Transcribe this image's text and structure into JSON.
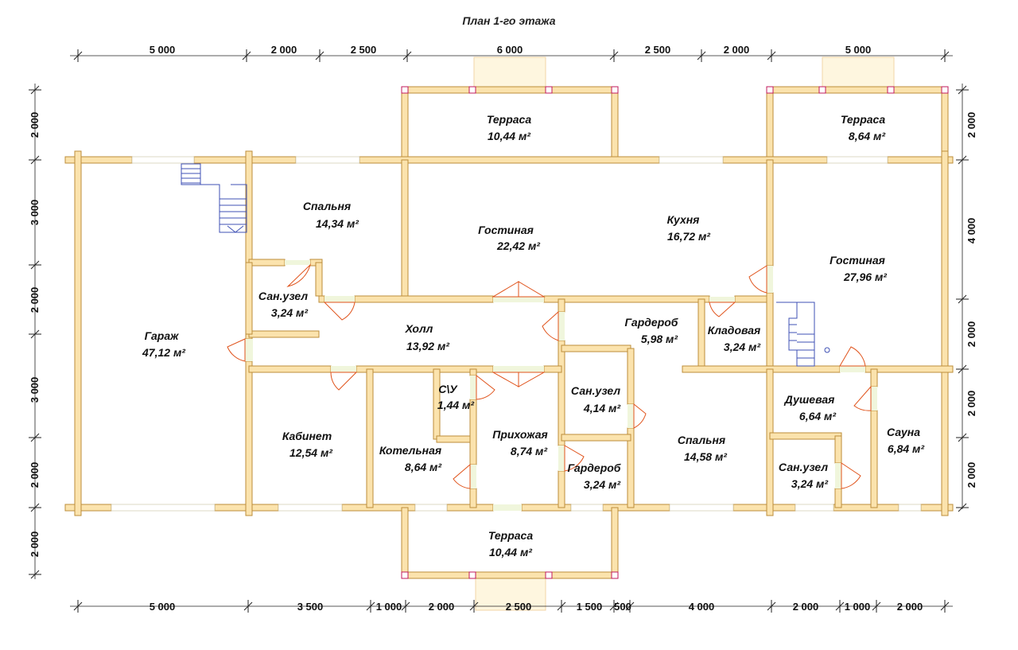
{
  "title": "План 1-го этажа",
  "dimensions": {
    "top": [
      "5 000",
      "2 000",
      "2 500",
      "6 000",
      "2 500",
      "2 000",
      "5 000"
    ],
    "bottom": [
      "5 000",
      "3 500",
      "1 000",
      "2 000",
      "2 500",
      "1 500",
      "500",
      "4 000",
      "2 000",
      "1 000",
      "2 000"
    ],
    "left": [
      "2 000",
      "3 000",
      "2 000",
      "3 000",
      "2 000",
      "2 000"
    ],
    "right": [
      "2 000",
      "4 000",
      "2 000",
      "2 000",
      "2 000"
    ]
  },
  "rooms": [
    {
      "name": "Терраса",
      "area": "10,44 м²"
    },
    {
      "name": "Терраса",
      "area": "8,64 м²"
    },
    {
      "name": "Спальня",
      "area": "14,34 м²"
    },
    {
      "name": "Гостиная",
      "area": "22,42 м²"
    },
    {
      "name": "Кухня",
      "area": "16,72 м²"
    },
    {
      "name": "Гостиная",
      "area": "27,96 м²"
    },
    {
      "name": "Сан.узел",
      "area": "3,24 м²"
    },
    {
      "name": "Гараж",
      "area": "47,12 м²"
    },
    {
      "name": "Холл",
      "area": "13,92 м²"
    },
    {
      "name": "Гардероб",
      "area": "5,98 м²"
    },
    {
      "name": "Кладовая",
      "area": "3,24 м²"
    },
    {
      "name": "С\\У",
      "area": "1,44 м²"
    },
    {
      "name": "Сан.узел",
      "area": "4,14 м²"
    },
    {
      "name": "Душевая",
      "area": "6,64 м²"
    },
    {
      "name": "Кабинет",
      "area": "12,54 м²"
    },
    {
      "name": "Котельная",
      "area": "8,64 м²"
    },
    {
      "name": "Прихожая",
      "area": "8,74 м²"
    },
    {
      "name": "Спальня",
      "area": "14,58 м²"
    },
    {
      "name": "Сауна",
      "area": "6,84 м²"
    },
    {
      "name": "Гардероб",
      "area": "3,24 м²"
    },
    {
      "name": "Сан.узел",
      "area": "3,24 м²"
    },
    {
      "name": "Терраса",
      "area": "10,44 м²"
    }
  ]
}
